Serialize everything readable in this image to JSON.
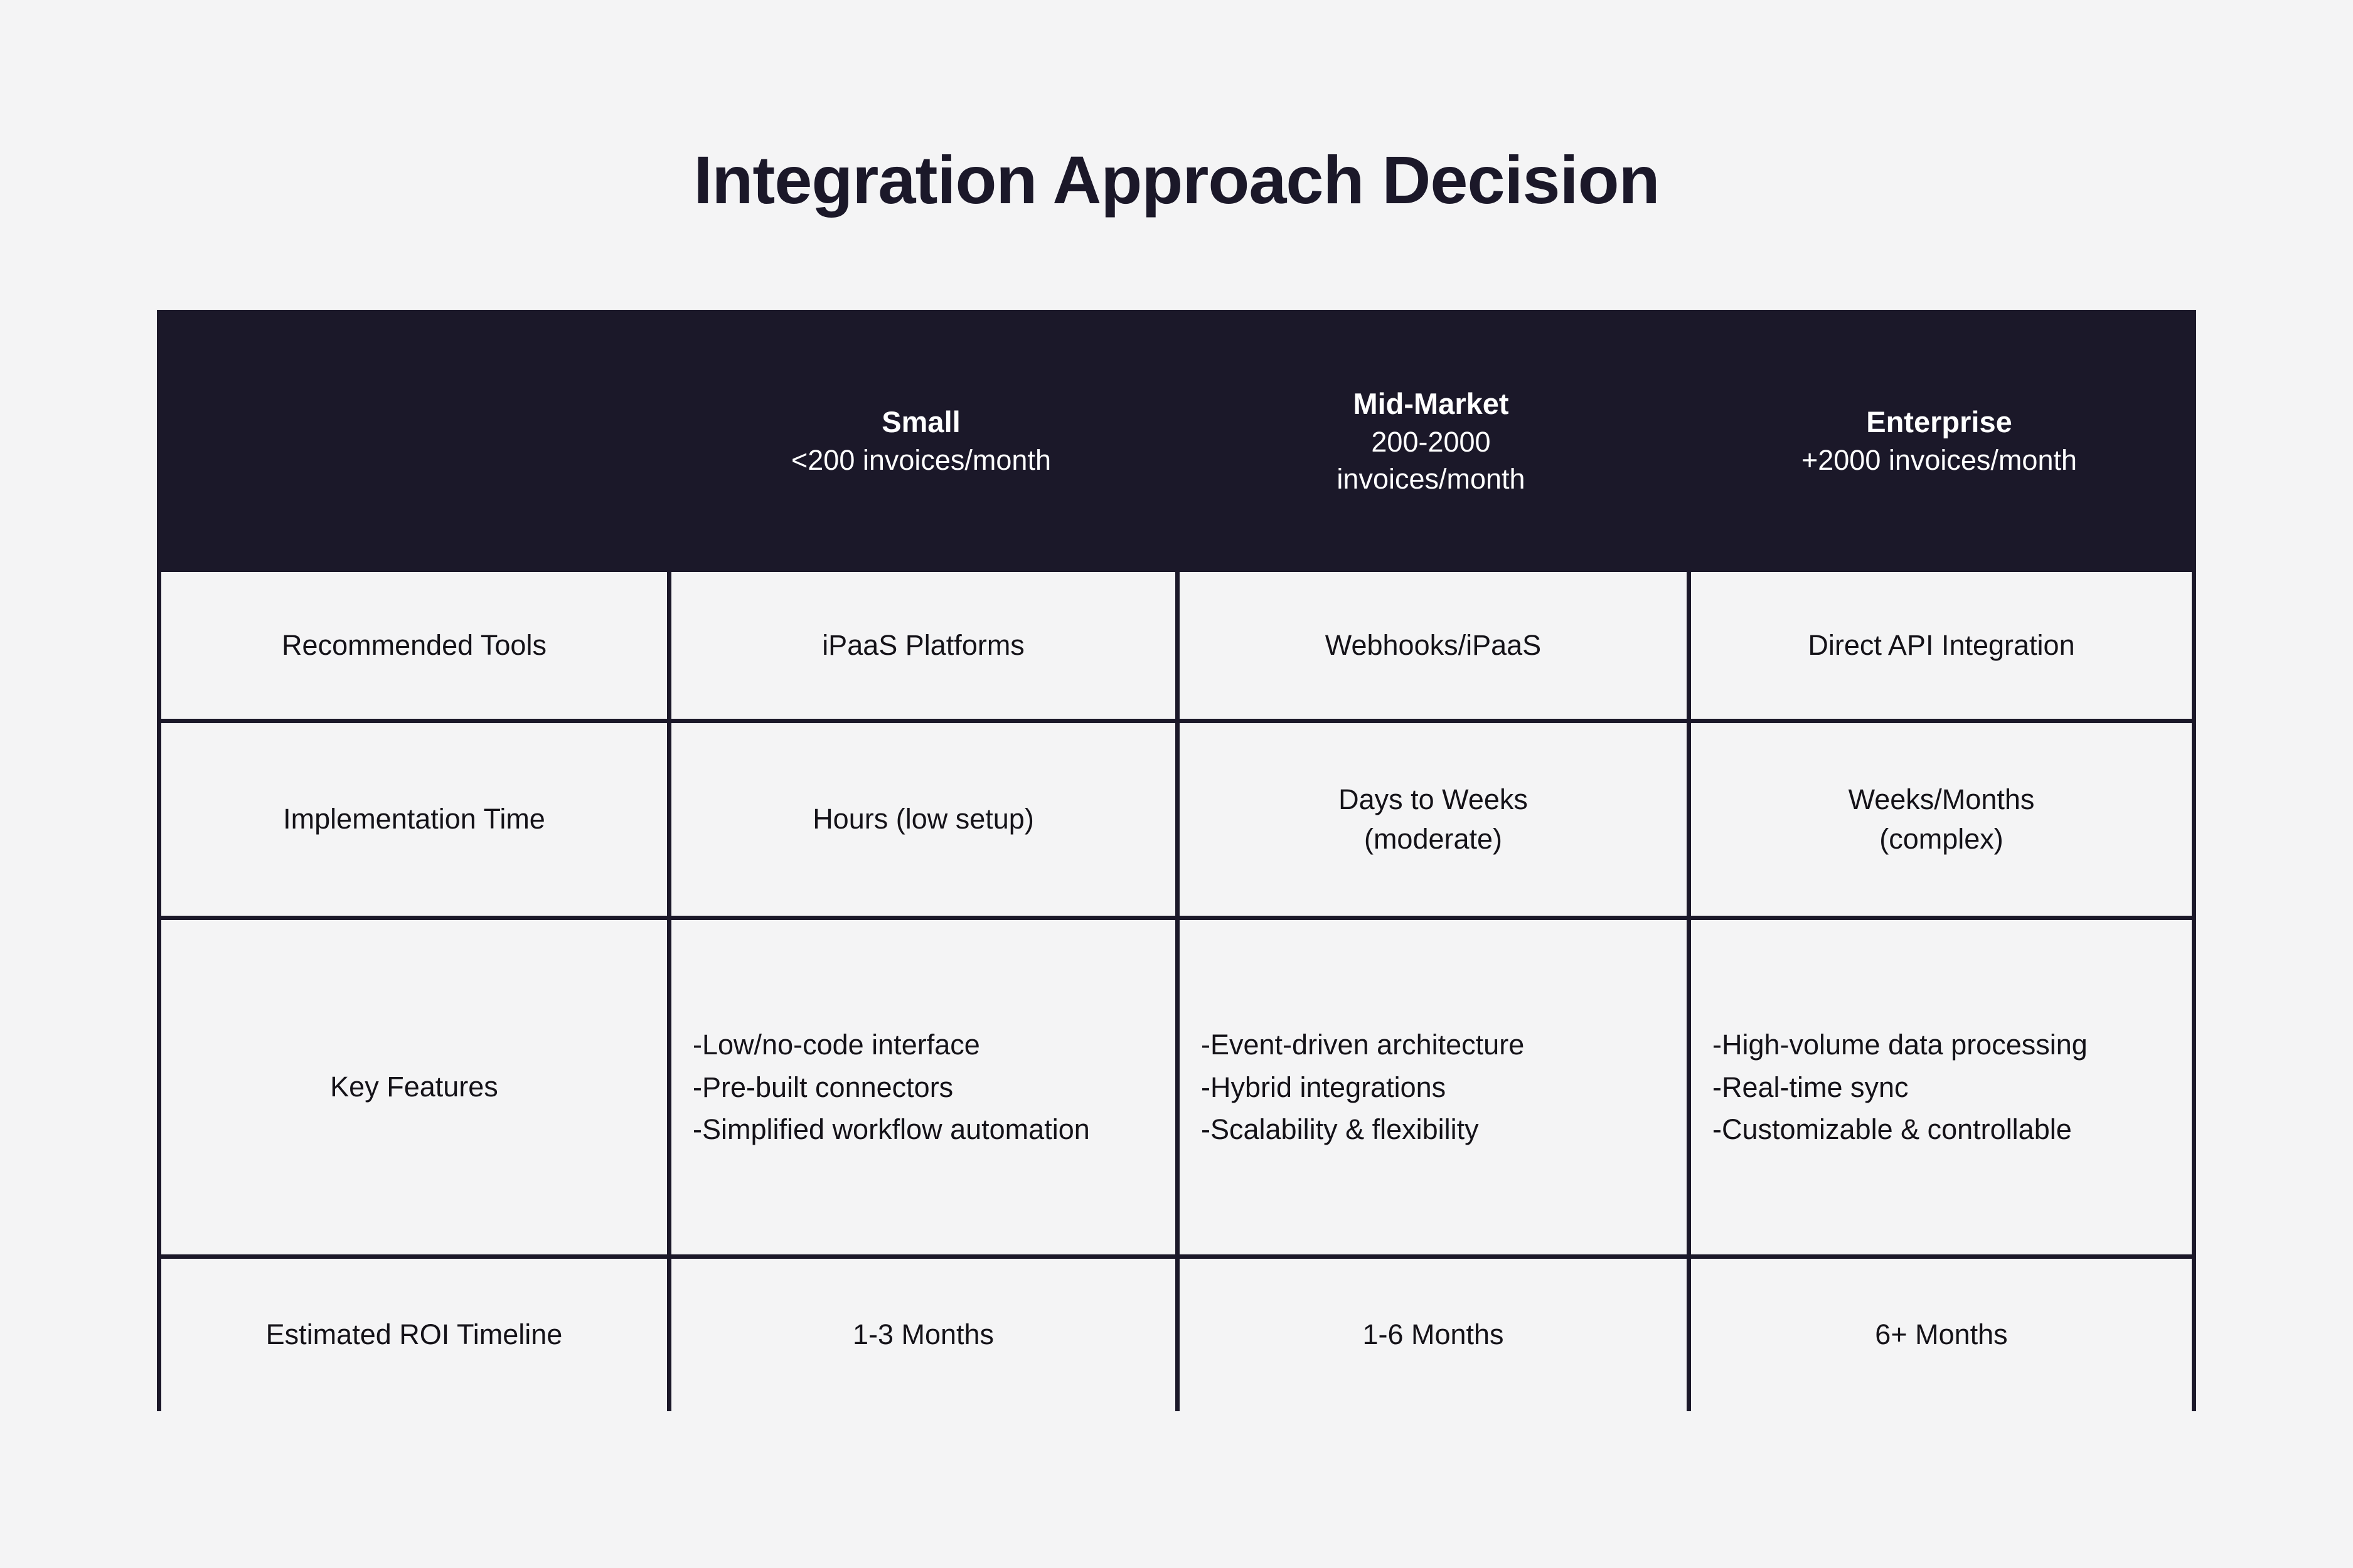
{
  "title": "Integration Approach Decision",
  "colors": {
    "background": "#f4f4f5",
    "header_dark": "#1b1829",
    "border": "#1b1829",
    "cell_background": "#f4f4f5",
    "header_text": "#ffffff",
    "body_text": "#141218"
  },
  "table": {
    "header": {
      "corner_label": "",
      "columns": [
        {
          "name": "Small",
          "subtitle": "<200 invoices/month"
        },
        {
          "name": "Mid-Market",
          "subtitle_line1": "200-2000",
          "subtitle_line2": "invoices/month"
        },
        {
          "name": "Enterprise",
          "subtitle": "+2000 invoices/month"
        }
      ]
    },
    "rows": [
      {
        "label": "Recommended Tools",
        "small": "iPaaS Platforms",
        "mid": "Webhooks/iPaaS",
        "enterprise": "Direct API Integration"
      },
      {
        "label": "Implementation Time",
        "small": "Hours (low setup)",
        "mid_line1": "Days to Weeks",
        "mid_line2": "(moderate)",
        "ent_line1": "Weeks/Months",
        "ent_line2": "(complex)"
      },
      {
        "label": "Key Features",
        "small_features": [
          "-Low/no-code interface",
          "-Pre-built connectors",
          "-Simplified workflow automation"
        ],
        "mid_features": [
          "-Event-driven architecture",
          "-Hybrid integrations",
          "-Scalability & flexibility"
        ],
        "enterprise_features": [
          "-High-volume data processing",
          "-Real-time sync",
          "-Customizable & controllable"
        ]
      },
      {
        "label": "Estimated ROI Timeline",
        "small": "1-3 Months",
        "mid": "1-6 Months",
        "enterprise": "6+ Months"
      }
    ]
  }
}
